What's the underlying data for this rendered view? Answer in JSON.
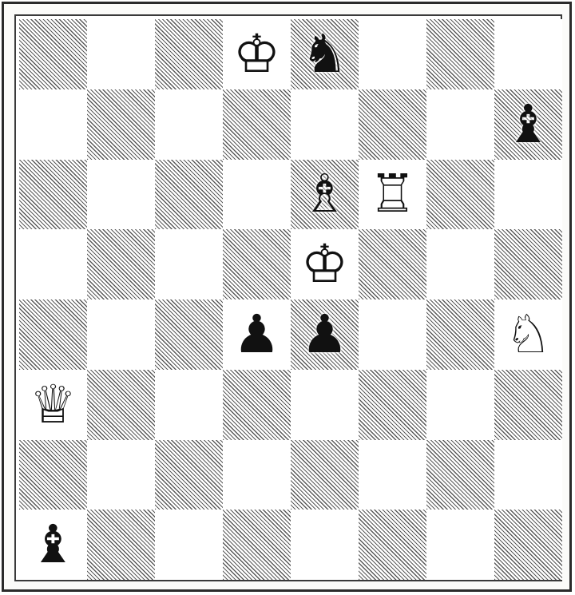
{
  "board": {
    "pieces": [
      {
        "square": "d8",
        "color": "white",
        "type": "king",
        "glyph": "♔",
        "icon": "white-king-icon"
      },
      {
        "square": "e8",
        "color": "black",
        "type": "knight",
        "glyph": "♞",
        "icon": "black-knight-icon"
      },
      {
        "square": "h7",
        "color": "black",
        "type": "bishop",
        "glyph": "♝",
        "icon": "black-bishop-icon"
      },
      {
        "square": "e6",
        "color": "white",
        "type": "bishop",
        "glyph": "♗",
        "icon": "white-bishop-icon"
      },
      {
        "square": "f6",
        "color": "white",
        "type": "rook",
        "glyph": "♖",
        "icon": "white-rook-icon"
      },
      {
        "square": "e5",
        "color": "white",
        "type": "king",
        "glyph": "♔",
        "icon": "white-king-icon"
      },
      {
        "square": "d4",
        "color": "black",
        "type": "pawn",
        "glyph": "♟",
        "icon": "black-pawn-icon"
      },
      {
        "square": "e4",
        "color": "black",
        "type": "pawn",
        "glyph": "♟",
        "icon": "black-pawn-icon"
      },
      {
        "square": "h4",
        "color": "white",
        "type": "knight",
        "glyph": "♘",
        "icon": "white-knight-icon"
      },
      {
        "square": "a3",
        "color": "white",
        "type": "queen",
        "glyph": "♕",
        "icon": "white-queen-icon"
      },
      {
        "square": "a1",
        "color": "black",
        "type": "bishop",
        "glyph": "♝",
        "icon": "black-bishop-icon"
      }
    ]
  },
  "colors": {
    "dark_square_hatch": "#5a5a5a",
    "light_square": "#ffffff",
    "frame": "#2a2a2a"
  }
}
